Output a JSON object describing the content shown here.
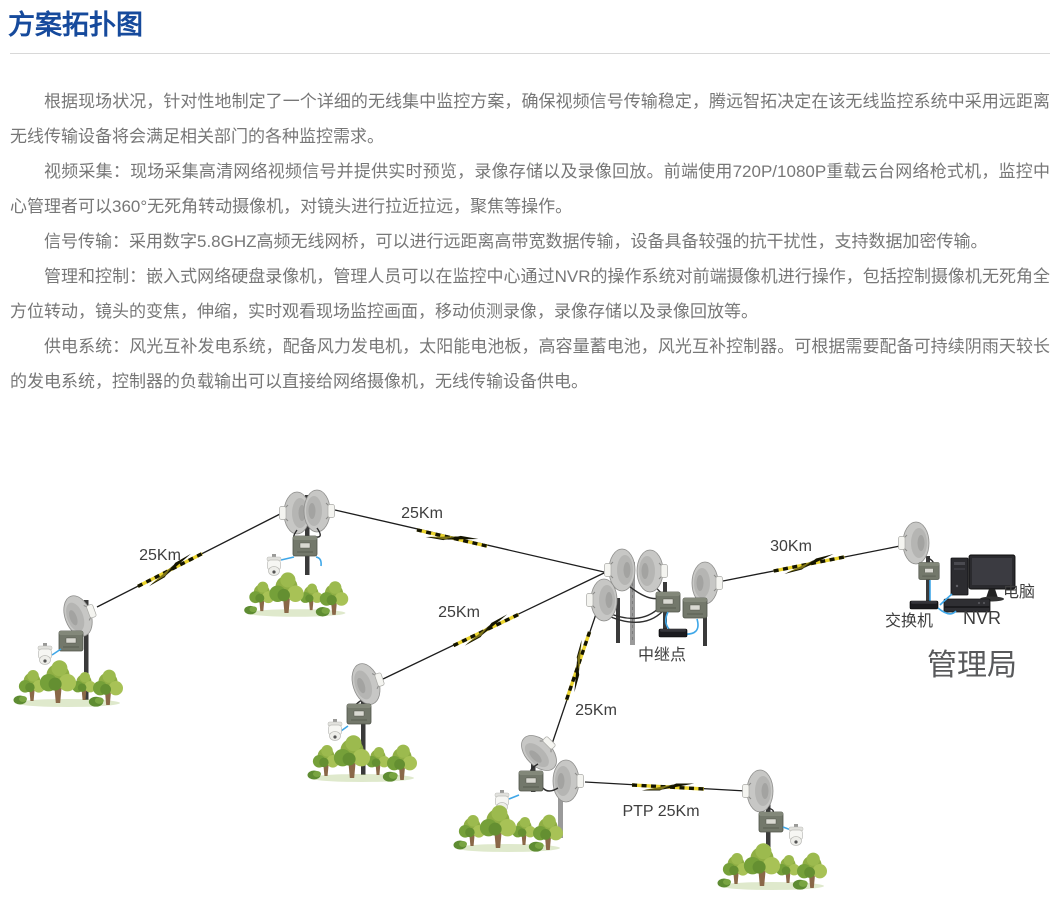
{
  "header": {
    "title": "方案拓扑图"
  },
  "article": {
    "paragraphs": [
      "根据现场状况，针对性地制定了一个详细的无线集中监控方案，确保视频信号传输稳定，腾远智拓决定在该无线监控系统中采用远距离无线传输设备将会满足相关部门的各种监控需求。",
      "视频采集：现场采集高清网络视频信号并提供实时预览，录像存储以及录像回放。前端使用720P/1080P重载云台网络枪式机，监控中心管理者可以360°无死角转动摄像机，对镜头进行拉近拉远，聚焦等操作。",
      "信号传输：采用数字5.8GHZ高频无线网桥，可以进行远距离高带宽数据传输，设备具备较强的抗干扰性，支持数据加密传输。",
      "管理和控制：嵌入式网络硬盘录像机，管理人员可以在监控中心通过NVR的操作系统对前端摄像机进行操作，包括控制摄像机无死角全方位转动，镜头的变焦，伸缩，实时观看现场监控画面，移动侦测录像，录像存储以及录像回放等。",
      "供电系统：风光互补发电系统，配备风力发电机，太阳能电池板，高容量蓄电池，风光互补控制器。可根据需要配备可持续阴雨天较长的发电系统，控制器的负载输出可以直接给网络摄像机，无线传输设备供电。"
    ]
  },
  "diagram": {
    "links": {
      "l1": "25Km",
      "l2": "25Km",
      "l3": "25Km",
      "l4": "25Km",
      "l5": "30Km",
      "l6": "PTP 25Km"
    },
    "nodes": {
      "relay": "中继点",
      "switch": "交换机",
      "nvr": "NVR",
      "computer": "电脑",
      "bureau": "管理局"
    },
    "colors": {
      "title_blue": "#164a9c",
      "body_text": "#777777",
      "cable_blue": "#3fa7e8",
      "bolt_yellow": "#ecd52e",
      "link_line": "#1d1d1d"
    }
  }
}
